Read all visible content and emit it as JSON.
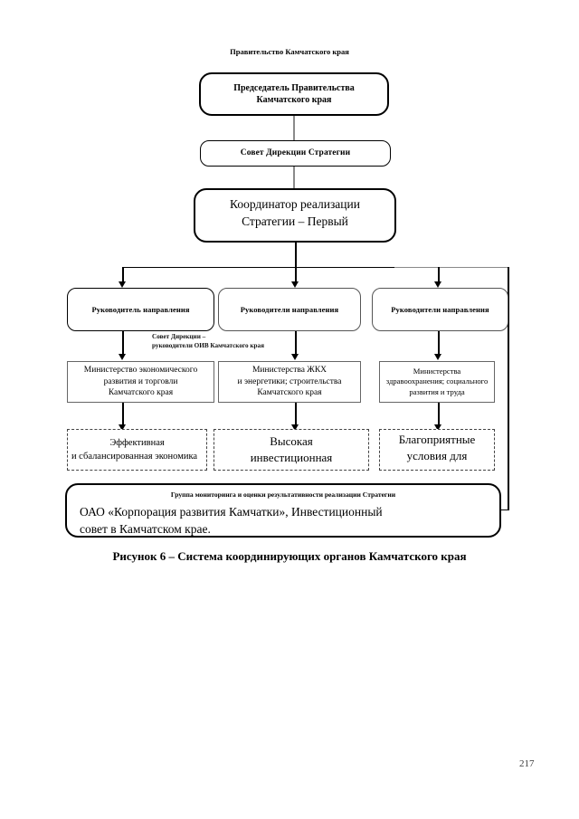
{
  "page": {
    "number": "217",
    "figure_caption": "Рисунок 6 – Система координирующих органов Камчатского края"
  },
  "diagram": {
    "top_caption": "Правительство Камчатского края",
    "nodes": {
      "chairman": {
        "line1": "Председатель Правительства",
        "line2": "Камчатского края"
      },
      "strategy_board": {
        "line1": "Совет Дирекции Стратегии"
      },
      "coordinator": {
        "line1": "Координатор реализации",
        "line2": "Стратегии  –  Первый"
      },
      "directions": [
        {
          "label": "Руководитель направления"
        },
        {
          "label": "Руководители направления"
        },
        {
          "label": "Руководители направления"
        }
      ],
      "board_note": {
        "line1": "Совет Дирекции –",
        "line2": "руководители ОИВ Камчатского края"
      },
      "ministries": [
        {
          "line1": "Министерство экономического",
          "line2": "развития и торговли",
          "line3": "Камчатского края"
        },
        {
          "line1": "Министерства ЖКХ",
          "line2": "и энергетики; строительства",
          "line3": "Камчатского края"
        },
        {
          "line1": "Министерства",
          "line2": "здравоохранения; социального",
          "line3": "развития и труда"
        }
      ],
      "outcomes": [
        {
          "line1": "Эффективная",
          "line2": "и сбалансированная экономика"
        },
        {
          "line1": "Высокая",
          "line2": "инвестиционная"
        },
        {
          "line1": "Благоприятные",
          "line2": "условия для"
        }
      ],
      "monitoring": {
        "heading": "Группа мониторинга и оценки результативности реализации Стратегии",
        "line1": "ОАО  «Корпорация  развития  Камчатки»,  Инвестиционный",
        "line2": "совет в Камчатском крае."
      }
    }
  }
}
